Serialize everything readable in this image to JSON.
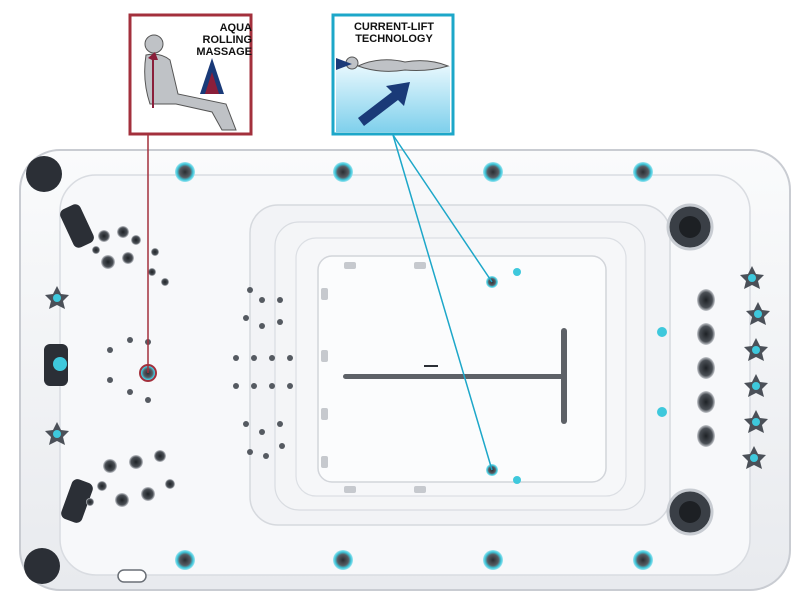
{
  "callouts": {
    "aqua_rolling_massage": {
      "lines": [
        "AQUA",
        "ROLLING",
        "MASSAGE"
      ],
      "frame_color": "#a3303c",
      "arrow_color": "#8a1f3a"
    },
    "current_lift_technology": {
      "lines": [
        "CURRENT-LIFT",
        "TECHNOLOGY"
      ],
      "frame_color": "#1da7c9",
      "water_color": "#bfe8f6",
      "arrow_color": "#1a3a78"
    }
  },
  "colors": {
    "jet_accent": "#3ec8dc",
    "shell": "#f4f5f7",
    "pillow": "#2b2f36",
    "bar": "#5d6167"
  },
  "icons": {
    "seat_figure": "seated-person-icon",
    "swimmer": "swimmer-icon",
    "lift_arrow": "arrow-up-right-icon",
    "rolling_arrow": "arrow-up-icon"
  }
}
